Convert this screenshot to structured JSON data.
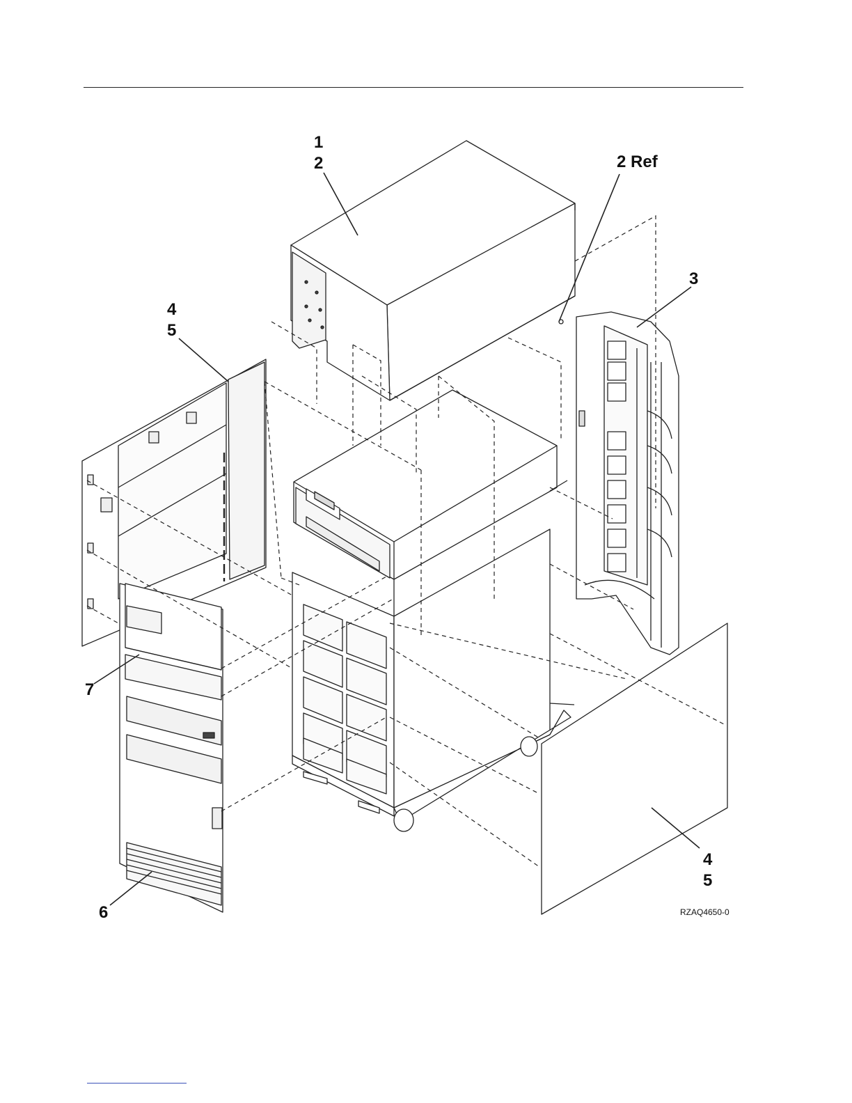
{
  "callouts": {
    "c1": "1",
    "c2": "2",
    "c2ref": "2 Ref",
    "c3": "3",
    "c4_left": "4",
    "c5_left": "5",
    "c7": "7",
    "c6": "6",
    "c4_right": "4",
    "c5_right": "5"
  },
  "figure_id": "RZAQ4650-0",
  "colors": {
    "line": "#222222",
    "link_rule": "#3a50b8"
  }
}
